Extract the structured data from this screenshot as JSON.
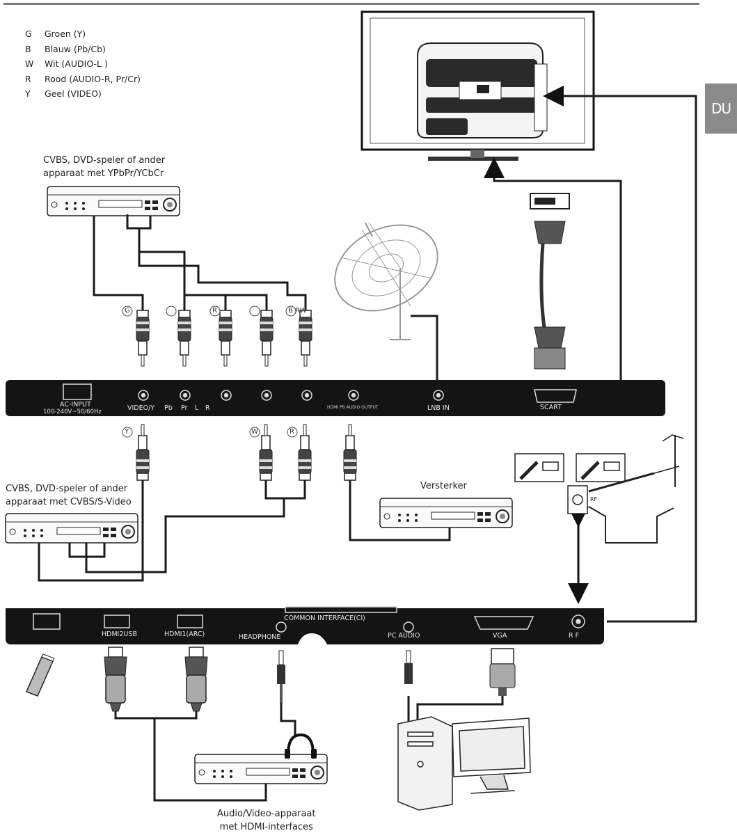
{
  "legend": [
    {
      "code": "G",
      "text": "Groen (Y)"
    },
    {
      "code": "B",
      "text": "Blauw (Pb/Cb)"
    },
    {
      "code": "W",
      "text": "Wit (AUDIO-L )"
    },
    {
      "code": "R",
      "text": "Rood (AUDIO-R, Pr/Cr)"
    },
    {
      "code": "Y",
      "text": "Geel (VIDEO)"
    }
  ],
  "language_tab": "DU",
  "captions": {
    "ypbpr_device_l1": "CVBS, DVD-speler of ander",
    "ypbpr_device_l2": "apparaat met YPbPr/YCbCr",
    "cvbs_device_l1": "CVBS, DVD-speler of ander",
    "cvbs_device_l2": "apparaat met CVBS/S-Video",
    "amplifier": "Versterker",
    "hdmi_device_l1": "Audio/Video-apparaat",
    "hdmi_device_l2": "met HDMI-interfaces"
  },
  "plug_labels": {
    "top_g": "G",
    "top_r": "R",
    "top_brw": "B RW",
    "bottom_y": "Y",
    "bottom_w": "W",
    "bottom_r": "R"
  },
  "panel_top": {
    "ac_input_l1": "AC-INPUT",
    "ac_input_l2": "100-240V~50/60Hz",
    "video_y": "VIDEO/Y",
    "pb": "Pb",
    "pr": "Pr",
    "l": "L",
    "r": "R",
    "optical": "HDMI PB AUDIO OUTPUT",
    "lnb_in": "LNB IN",
    "scart": "SCART"
  },
  "panel_bottom": {
    "hdmi2_usb": "HDMI2USB",
    "hdmi1_arc": "HDMI1(ARC)",
    "headphone": "HEADPHONE",
    "ci": "COMMON INTERFACE(CI)",
    "pc_audio": "PC AUDIO",
    "vga": "VGA",
    "rf": "R F"
  },
  "antenna": {
    "rf_tag": "RF"
  },
  "colors": {
    "panel": "#141414",
    "line": "#1a1a1a",
    "tab": "#8a8a8a"
  }
}
